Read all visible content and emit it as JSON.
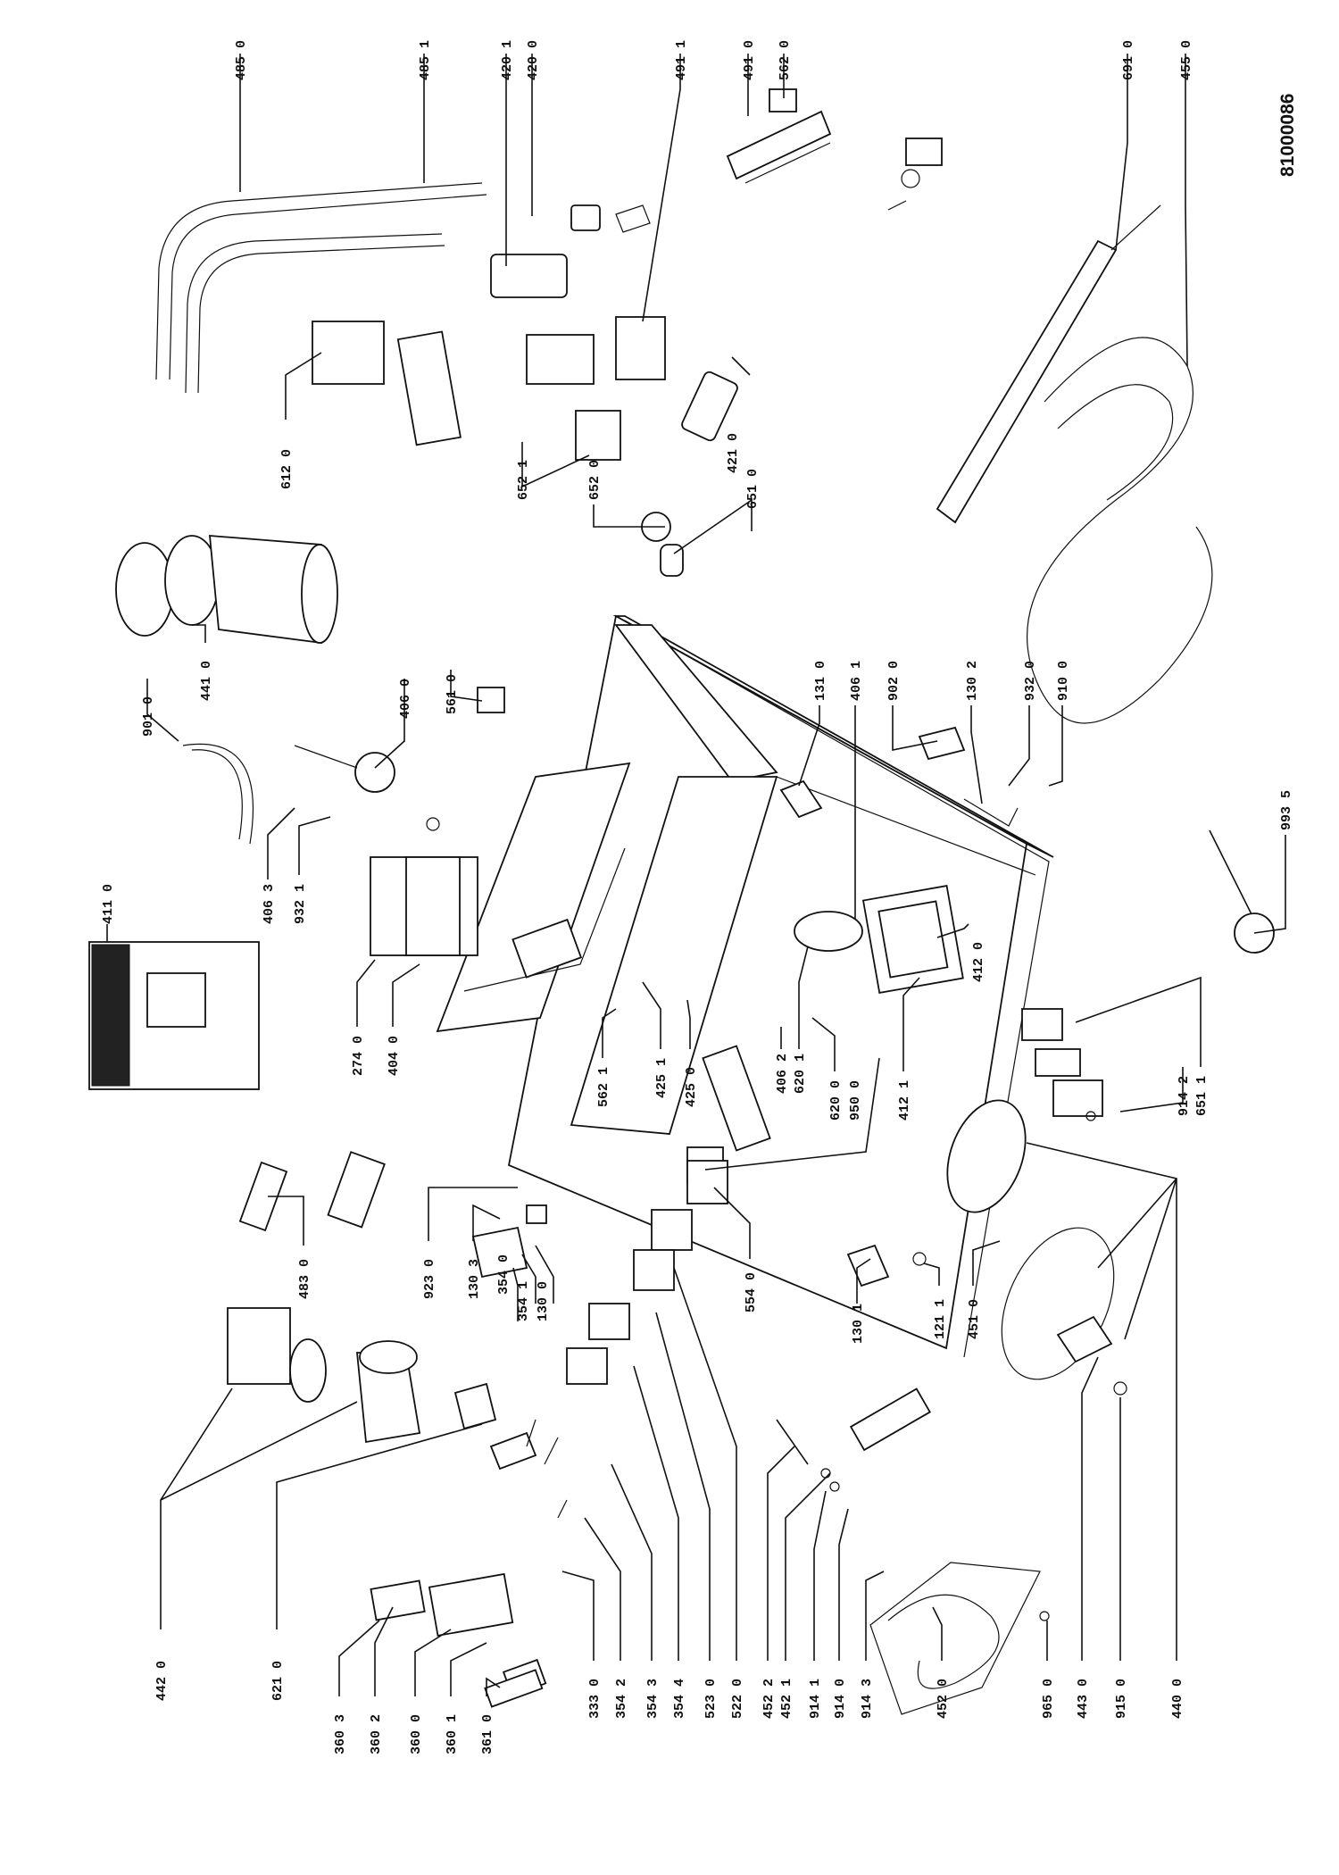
{
  "doc_code": "81000086",
  "labels": [
    {
      "id": "L4850",
      "text": "485 0"
    },
    {
      "id": "L4851",
      "text": "485 1"
    },
    {
      "id": "L4201",
      "text": "420 1"
    },
    {
      "id": "L4200",
      "text": "420 0"
    },
    {
      "id": "L4911",
      "text": "491 1"
    },
    {
      "id": "L4910",
      "text": "491 0"
    },
    {
      "id": "L5620",
      "text": "562 0"
    },
    {
      "id": "L6910",
      "text": "691 0"
    },
    {
      "id": "L4550",
      "text": "455 0"
    },
    {
      "id": "L6120",
      "text": "612 0"
    },
    {
      "id": "L6521",
      "text": "652 1"
    },
    {
      "id": "L6520",
      "text": "652 0"
    },
    {
      "id": "L4210",
      "text": "421 0"
    },
    {
      "id": "L6510",
      "text": "651 0"
    },
    {
      "id": "L9010",
      "text": "901 0"
    },
    {
      "id": "L4410",
      "text": "441 0"
    },
    {
      "id": "L4060",
      "text": "406 0"
    },
    {
      "id": "L5610",
      "text": "561 0"
    },
    {
      "id": "L1310",
      "text": "131 0"
    },
    {
      "id": "L4061",
      "text": "406 1"
    },
    {
      "id": "L9020",
      "text": "902 0"
    },
    {
      "id": "L1302",
      "text": "130 2"
    },
    {
      "id": "L9320",
      "text": "932 0"
    },
    {
      "id": "L9100",
      "text": "910 0"
    },
    {
      "id": "L4063",
      "text": "406 3"
    },
    {
      "id": "L9321",
      "text": "932 1"
    },
    {
      "id": "L4110",
      "text": "411 0"
    },
    {
      "id": "L9935",
      "text": "993 5"
    },
    {
      "id": "L4120",
      "text": "412 0"
    },
    {
      "id": "L2740",
      "text": "274 0"
    },
    {
      "id": "L4040",
      "text": "404 0"
    },
    {
      "id": "L5621",
      "text": "562 1"
    },
    {
      "id": "L4251",
      "text": "425 1"
    },
    {
      "id": "L4250",
      "text": "425 0"
    },
    {
      "id": "L4062",
      "text": "406 2"
    },
    {
      "id": "L6201",
      "text": "620 1"
    },
    {
      "id": "L6200",
      "text": "620 0"
    },
    {
      "id": "L9500",
      "text": "950 0"
    },
    {
      "id": "L4121",
      "text": "412 1"
    },
    {
      "id": "L9142",
      "text": "914 2"
    },
    {
      "id": "L6511",
      "text": "651 1"
    },
    {
      "id": "L4830",
      "text": "483 0"
    },
    {
      "id": "L9230",
      "text": "923 0"
    },
    {
      "id": "L1303",
      "text": "130 3"
    },
    {
      "id": "L3540",
      "text": "354 0"
    },
    {
      "id": "L3541",
      "text": "354 1"
    },
    {
      "id": "L1300",
      "text": "130 0"
    },
    {
      "id": "L5540",
      "text": "554 0"
    },
    {
      "id": "L1301",
      "text": "130 1"
    },
    {
      "id": "L1211",
      "text": "121 1"
    },
    {
      "id": "L4510",
      "text": "451 0"
    },
    {
      "id": "L4420",
      "text": "442 0"
    },
    {
      "id": "L6210",
      "text": "621 0"
    },
    {
      "id": "L3603",
      "text": "360 3"
    },
    {
      "id": "L3602",
      "text": "360 2"
    },
    {
      "id": "L3600",
      "text": "360 0"
    },
    {
      "id": "L3601",
      "text": "360 1"
    },
    {
      "id": "L3610",
      "text": "361 0"
    },
    {
      "id": "L3330",
      "text": "333 0"
    },
    {
      "id": "L3542",
      "text": "354 2"
    },
    {
      "id": "L3543",
      "text": "354 3"
    },
    {
      "id": "L3544",
      "text": "354 4"
    },
    {
      "id": "L5230",
      "text": "523 0"
    },
    {
      "id": "L5220",
      "text": "522 0"
    },
    {
      "id": "L4522",
      "text": "452 2"
    },
    {
      "id": "L4521",
      "text": "452 1"
    },
    {
      "id": "L9141",
      "text": "914 1"
    },
    {
      "id": "L9140",
      "text": "914 0"
    },
    {
      "id": "L9143",
      "text": "914 3"
    },
    {
      "id": "L4520",
      "text": "452 0"
    },
    {
      "id": "L9650",
      "text": "965 0"
    },
    {
      "id": "L4430",
      "text": "443 0"
    },
    {
      "id": "L9150",
      "text": "915 0"
    },
    {
      "id": "L4400",
      "text": "440 0"
    }
  ]
}
